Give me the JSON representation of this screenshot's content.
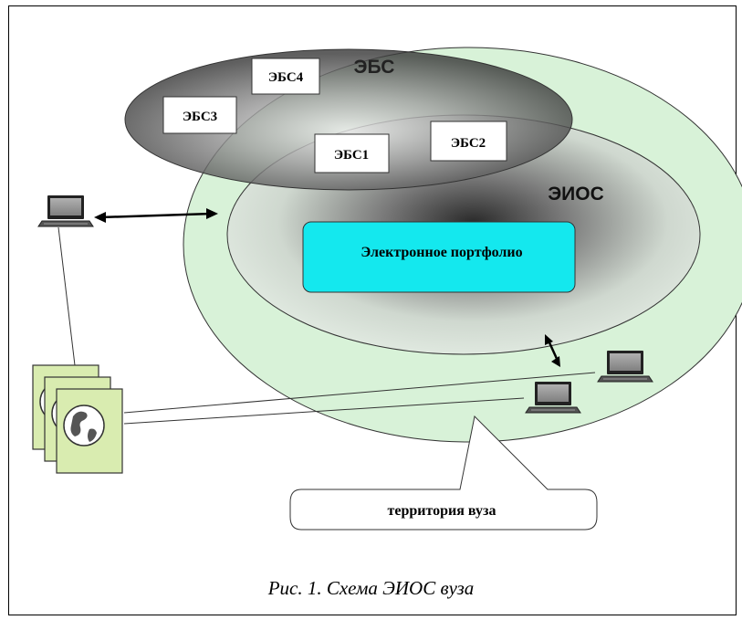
{
  "diagram": {
    "ebs_label": "ЭБС",
    "eios_label": "ЭИОС",
    "ebs_boxes": [
      "ЭБС4",
      "ЭБС3",
      "ЭБС1",
      "ЭБС2"
    ],
    "portfolio_label": "Электронное портфолио",
    "campus_label": "территория вуза",
    "colors": {
      "campus_fill": "#d8f2d8",
      "portfolio_fill": "#14e8ee",
      "document_fill": "#d9ecb0"
    },
    "icons": [
      "laptop-icon",
      "globe-document-icon",
      "double-arrow-icon"
    ]
  },
  "caption": "Рис. 1. Схема ЭИОС вуза"
}
